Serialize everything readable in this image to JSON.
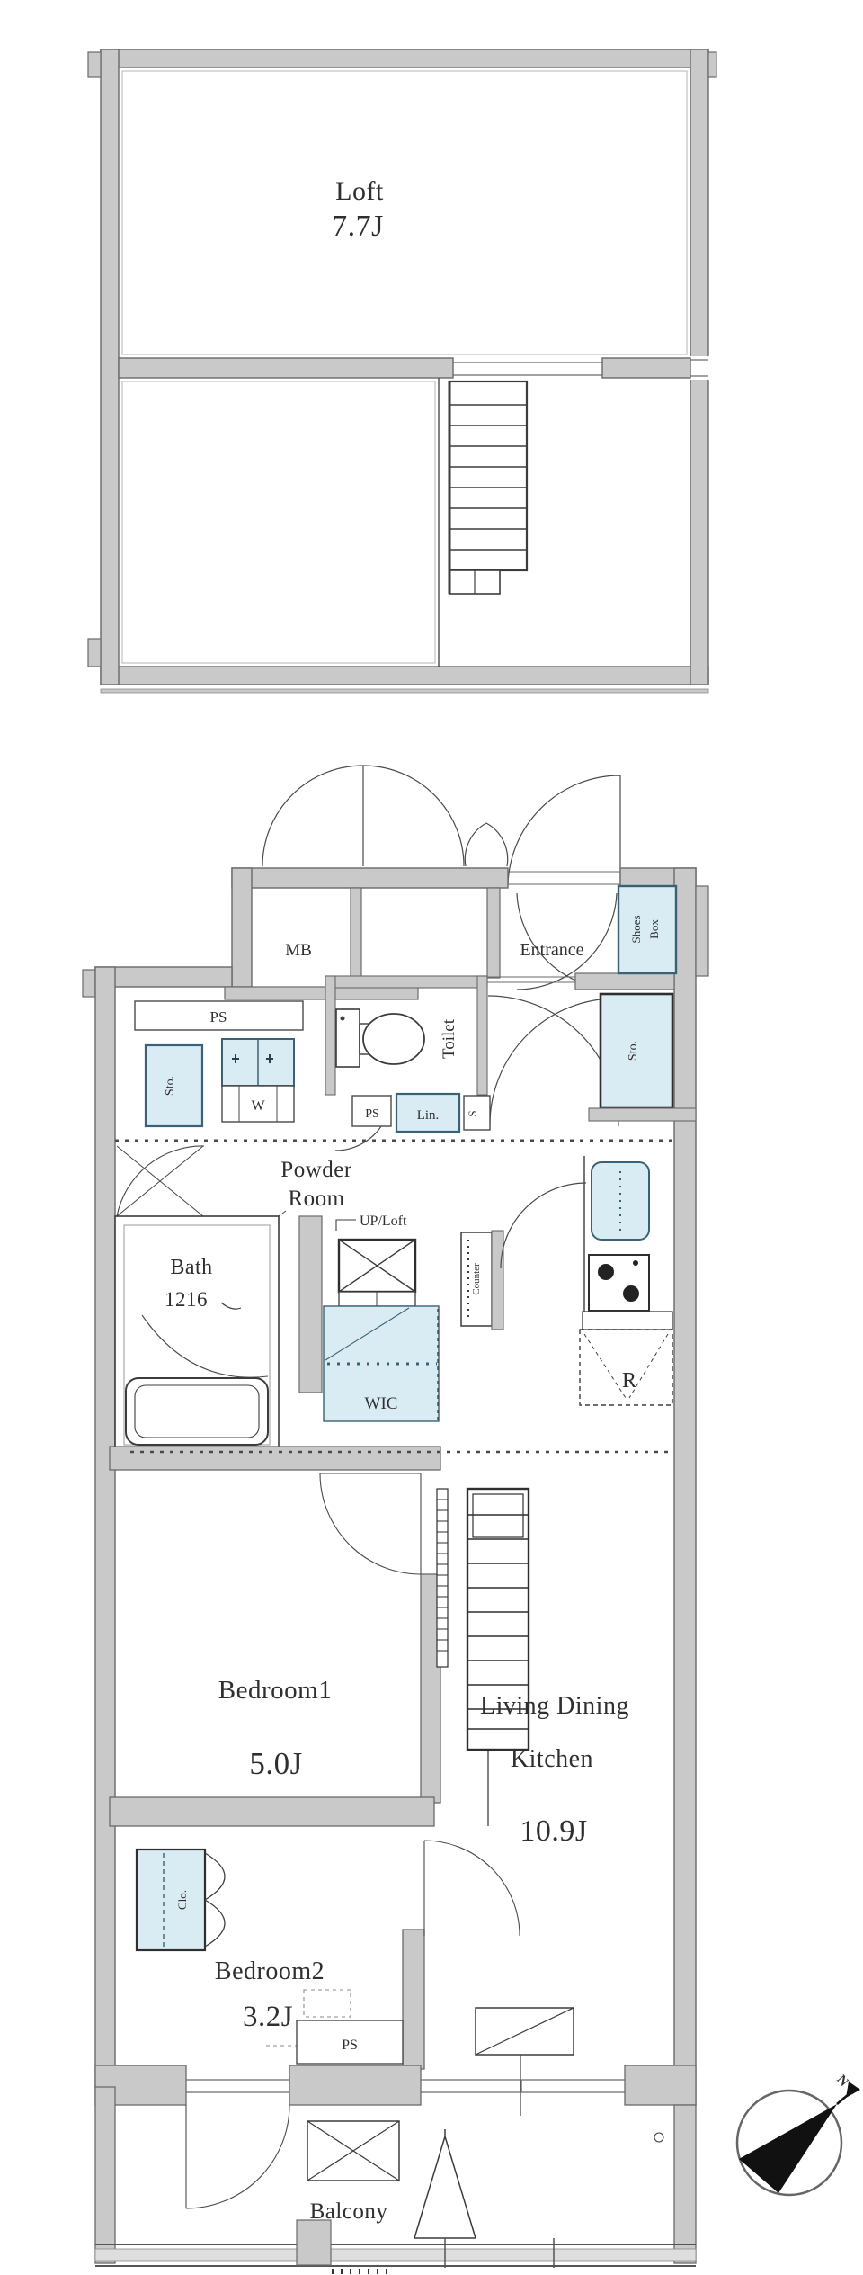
{
  "title": "Apartment floor plan with loft",
  "colors": {
    "wall_fill": "#c9c9c9",
    "wall_edge": "#6a6a6a",
    "line": "#3c3c3c",
    "fixture_fill": "#d9ecf4",
    "fixture_border": "#3a6274",
    "text": "#2f2f2f"
  },
  "loft_plan": {
    "room": "Loft",
    "size": "7.7J"
  },
  "main_plan": {
    "meter_box": "MB",
    "entrance": "Entrance",
    "shoes_box_line1": "Shoes",
    "shoes_box_line2": "Box",
    "pipe_space_top": "PS",
    "storage_left": "Sto.",
    "washer": "W",
    "toilet": "Toilet",
    "pipe_space_mid": "PS",
    "linen": "Lin.",
    "shaft": "S",
    "storage_right": "Sto.",
    "powder_room_line1": "Powder",
    "powder_room_line2": "Room",
    "up_loft": "UP/Loft",
    "bath": "Bath",
    "bath_size": "1216",
    "wic": "WIC",
    "counter": "Counter",
    "refrigerator": "R",
    "bedroom1": "Bedroom1",
    "bedroom1_size": "5.0J",
    "ldk_line1": "Living Dining",
    "ldk_line2": "Kitchen",
    "ldk_size": "10.9J",
    "closet": "Clo.",
    "bedroom2": "Bedroom2",
    "bedroom2_size": "3.2J",
    "pipe_space_bottom": "PS",
    "balcony": "Balcony",
    "compass_north": "N"
  }
}
